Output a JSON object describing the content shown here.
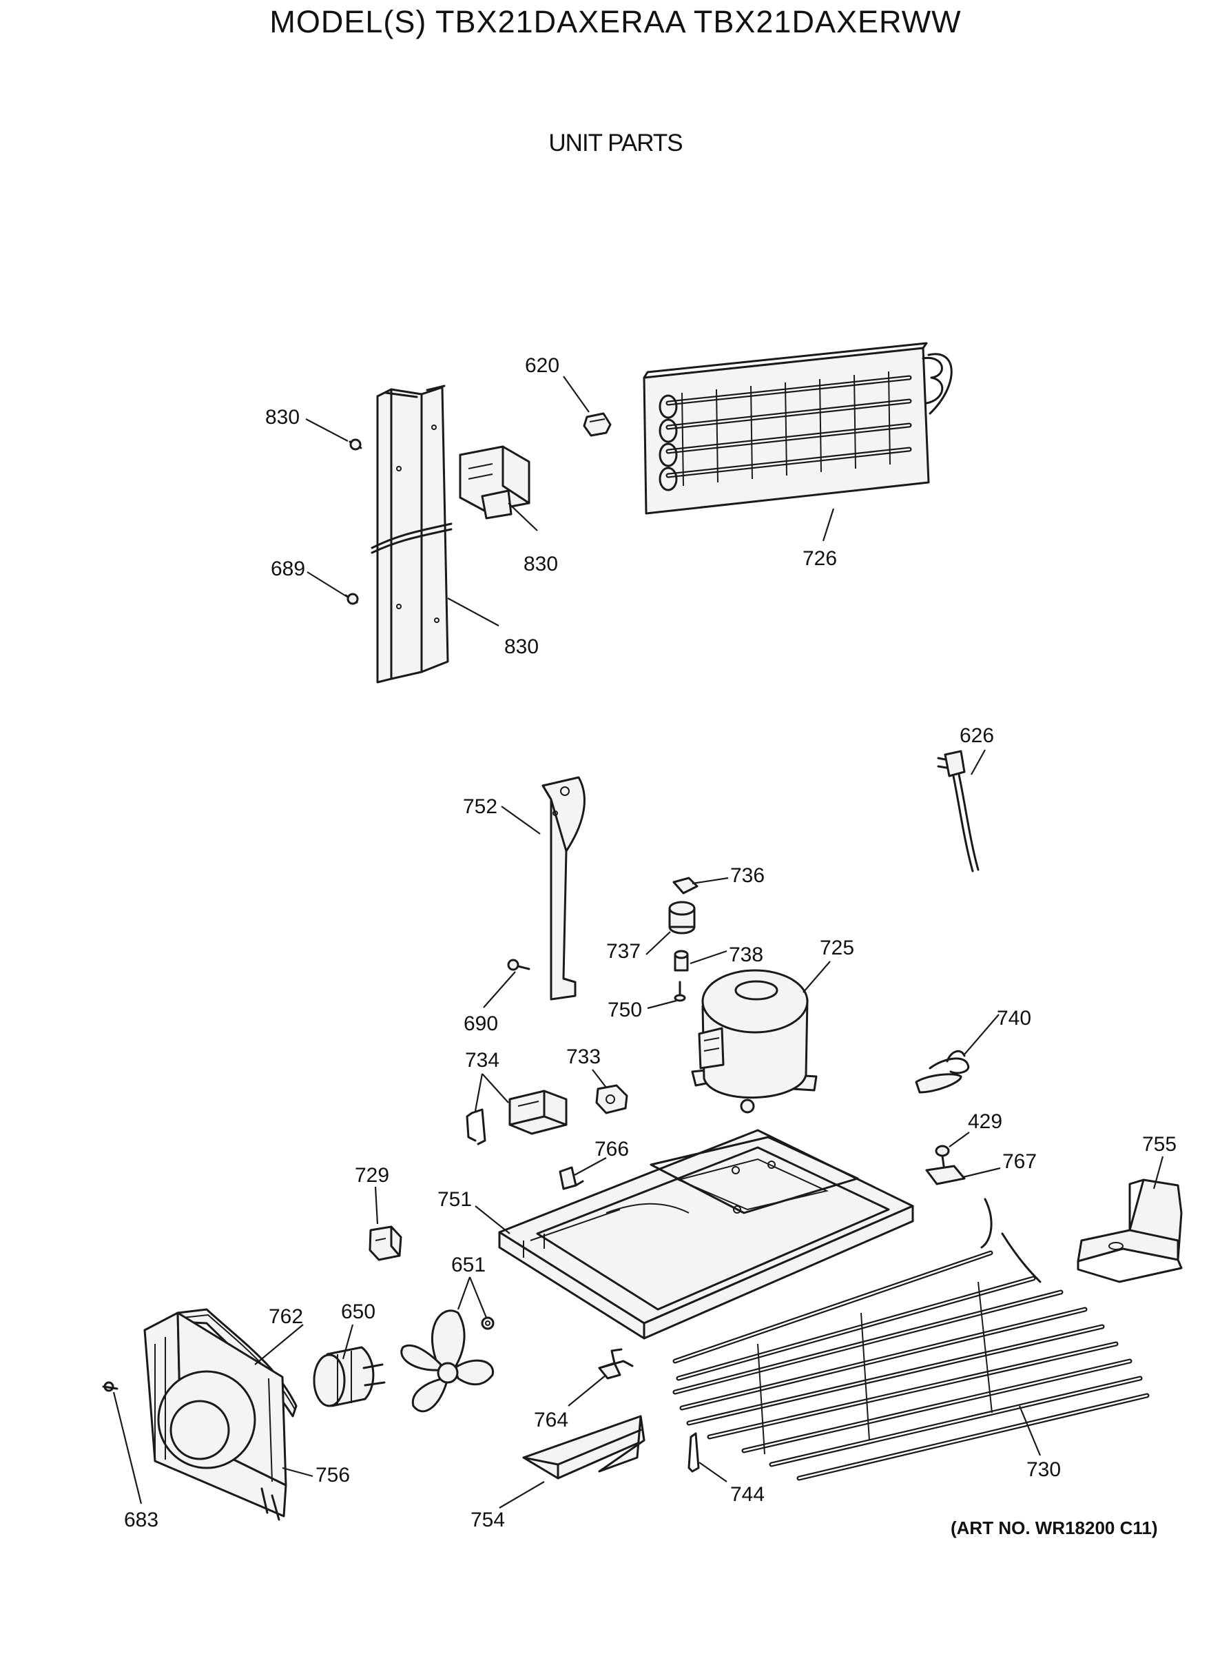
{
  "header": {
    "title": "MODEL(S) TBX21DAXERAA  TBX21DAXERWW",
    "subtitle": "UNIT PARTS"
  },
  "footer": {
    "art_number": "(ART NO. WR18200 C11)"
  },
  "callouts": [
    "830",
    "830",
    "830",
    "689",
    "620",
    "726",
    "626",
    "752",
    "736",
    "737",
    "738",
    "725",
    "750",
    "690",
    "740",
    "734",
    "733",
    "429",
    "767",
    "755",
    "766",
    "729",
    "751",
    "651",
    "762",
    "650",
    "764",
    "730",
    "756",
    "683",
    "754",
    "744"
  ]
}
